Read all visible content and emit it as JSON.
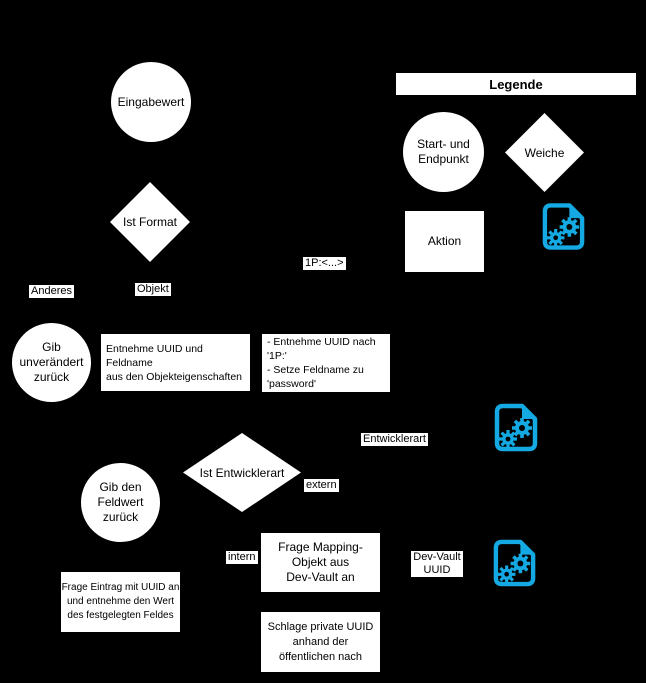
{
  "colors": {
    "background": "#000000",
    "shape_fill": "#ffffff",
    "shape_text": "#000000",
    "accent_cyan": "#14A9E2"
  },
  "legend": {
    "title": "Legende",
    "start_end": "Start- und\nEndpunkt",
    "weiche": "Weiche",
    "aktion": "Aktion",
    "gears_icon_name": "gears-document-icon"
  },
  "flowchart": {
    "nodes": {
      "eingabewert": "Eingabewert",
      "ist_format": "Ist Format",
      "gib_unveraendert": "Gib\nunverändert\nzurück",
      "entnehme_objekt": "Entnehme UUID und Feldname\naus den Objekteigenschaften",
      "entnehme_1p": "- Entnehme UUID nach '1P:'\n- Setze Feldname zu\n'password'",
      "ist_entwicklerart": "Ist Entwicklerart",
      "gib_feldwert": "Gib den\nFeldwert\nzurück",
      "frage_mapping": "Frage Mapping-\nObjekt aus\nDev-Vault an",
      "frage_eintrag": "Frage Eintrag mit UUID an\nund entnehme den Wert\ndes festgelegten Feldes",
      "schlage_private": "Schlage private UUID\nanhand der\nöffentlichen nach"
    },
    "edge_labels": {
      "anderes": "Anderes",
      "objekt": "Objekt",
      "one_p": "1P:<...>",
      "entwicklerart": "Entwicklerart",
      "extern": "extern",
      "intern": "intern",
      "dev_vault_uuid": "Dev-Vault\nUUID"
    }
  }
}
